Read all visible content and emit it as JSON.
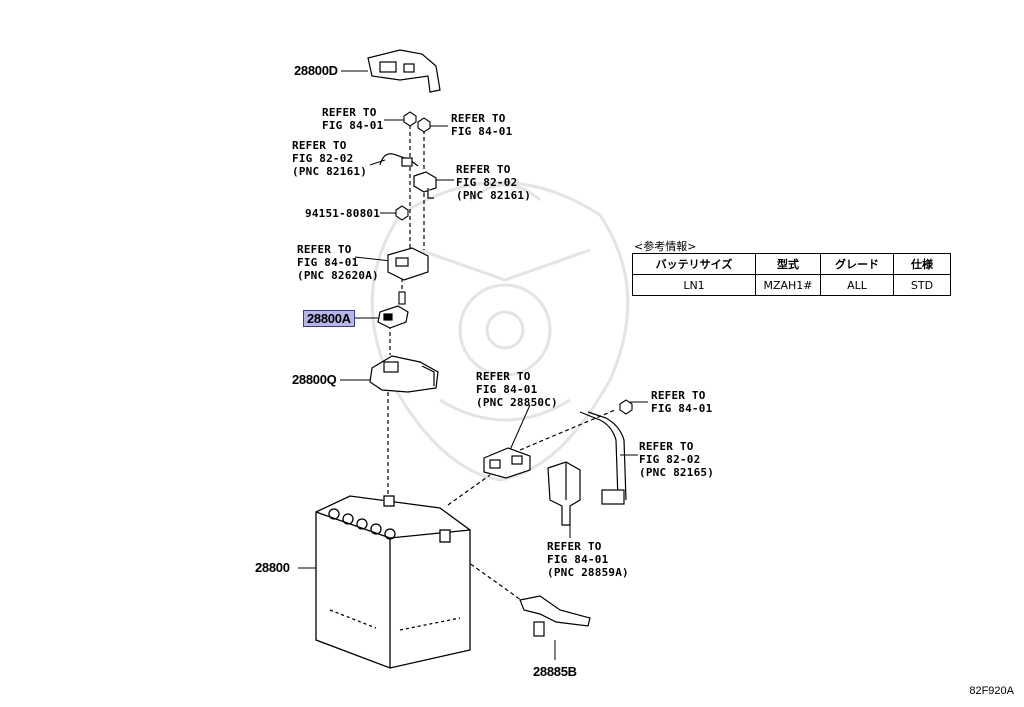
{
  "part_numbers": {
    "p28800D": "28800D",
    "p28800A": "28800A",
    "p28800Q": "28800Q",
    "p28800": "28800",
    "p28885B": "28885B",
    "p94151": "94151-80801"
  },
  "refs": {
    "r1": "REFER TO\nFIG 84-01",
    "r2": "REFER TO\nFIG 84-01",
    "r3": "REFER TO\nFIG 82-02\n(PNC 82161)",
    "r4": "REFER TO\nFIG 82-02\n(PNC 82161)",
    "r5": "REFER TO\nFIG 84-01\n(PNC 82620A)",
    "r6": "REFER TO\nFIG 84-01\n(PNC 28850C)",
    "r7": "REFER TO\nFIG 84-01",
    "r8": "REFER TO\nFIG 82-02\n(PNC 82165)",
    "r9": "REFER TO\nFIG 84-01\n(PNC 28859A)"
  },
  "info": {
    "title": "<参考情報>",
    "headers": [
      "バッテリサイズ",
      "型式",
      "グレード",
      "仕様"
    ],
    "row": [
      "LN1",
      "MZAH1#",
      "ALL",
      "STD"
    ]
  },
  "figure_id": "82F920A",
  "colors": {
    "highlight": "#b9b4e8",
    "line": "#000000",
    "watermark": "#e6e6e6"
  }
}
